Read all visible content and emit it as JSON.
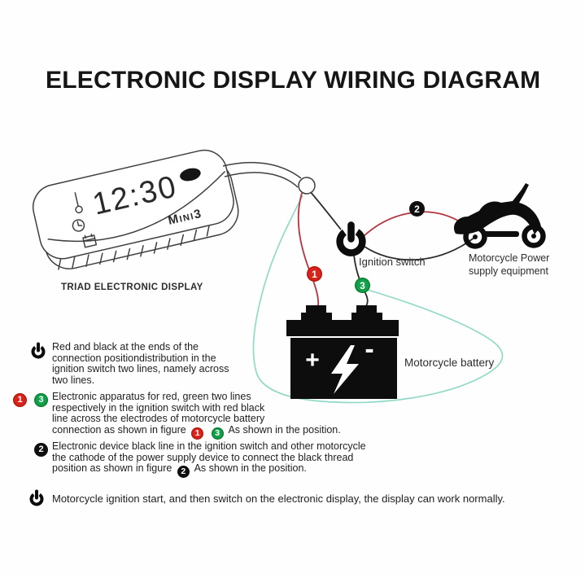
{
  "title": "ELECTRONIC DISPLAY WIRING DIAGRAM",
  "device": {
    "time": "12:30",
    "model": "Mini3",
    "caption": "TRIAD ELECTRONIC DISPLAY",
    "screen_icons": [
      "thermometer-icon",
      "clock-icon",
      "calendar-icon"
    ]
  },
  "diagram": {
    "ignition_switch_label": "Ignition switch",
    "power_supply_label_line1": "Motorcycle Power",
    "power_supply_label_line2": "supply equipment",
    "battery_label": "Motorcycle battery",
    "battery_plus": "+",
    "battery_minus": "-",
    "badge1": "1",
    "badge2": "2",
    "badge3": "3"
  },
  "colors": {
    "badge_red": "#d8241a",
    "badge_green": "#13a04a",
    "badge_black": "#0f0f0f",
    "wire_red": "#b23540",
    "wire_black": "#2a2a2a",
    "wire_teal": "#93d9c8"
  },
  "annotations": {
    "a1": {
      "lines": [
        "Red and black at the ends of the",
        "connection positiondistribution in the",
        "ignition switch two lines, namely across",
        "two lines."
      ]
    },
    "a2": {
      "lines": [
        "Electronic apparatus for red, green two lines",
        "respectively in the ignition switch with red black",
        "line across the electrodes of motorcycle battery"
      ],
      "last_prefix": "connection as shown in figure",
      "badge_a": "1",
      "badge_b": "3",
      "last_suffix": "As shown in the position."
    },
    "a3": {
      "lines": [
        "Electronic device black line in the ignition switch and other motorcycle",
        "the cathode of the power supply device to connect the black thread"
      ],
      "last_prefix": "position as shown in figure",
      "badge_a": "2",
      "last_suffix": "As shown in the position."
    },
    "a4": {
      "lines": [
        "Motorcycle ignition start, and then switch on the electronic display, the display can work normally."
      ]
    }
  }
}
